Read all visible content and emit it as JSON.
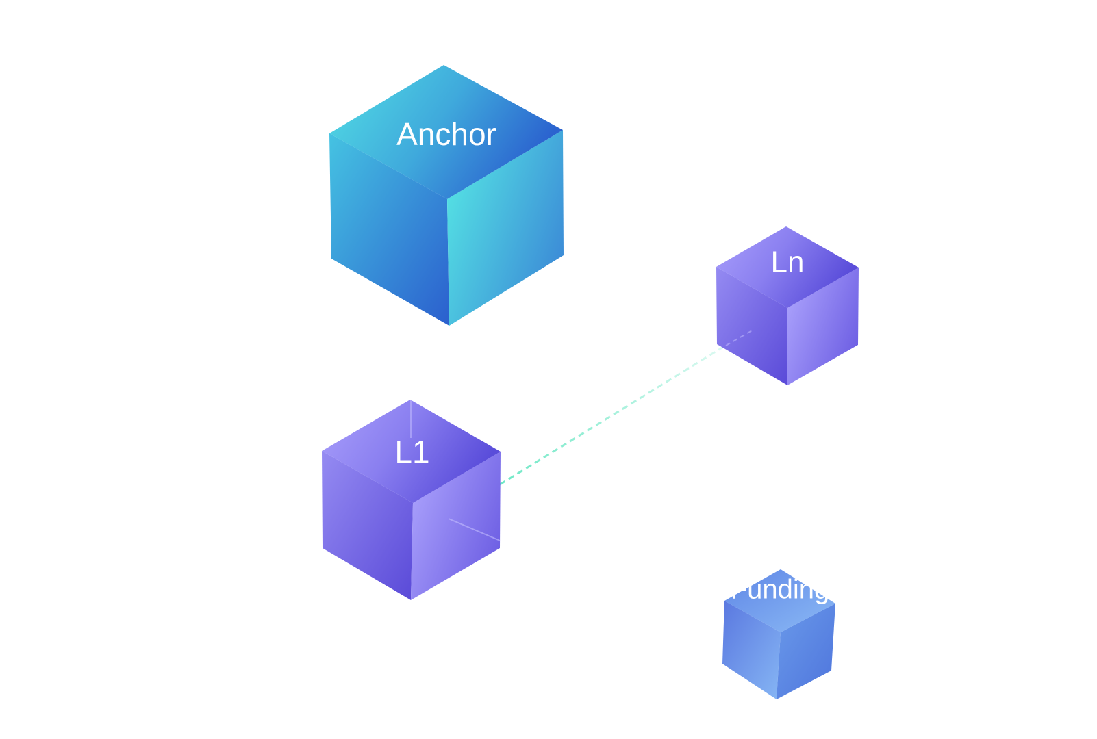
{
  "nodes": {
    "anchor": {
      "label": "Anchor",
      "theme": "teal"
    },
    "l1": {
      "label": "L1",
      "theme": "violet"
    },
    "ln": {
      "label": "Ln",
      "theme": "violet"
    },
    "funding": {
      "label": "Funding",
      "theme": "blue"
    }
  },
  "edges": [
    {
      "from": "anchor",
      "to": "l1",
      "style": "solid"
    },
    {
      "from": "l1",
      "to": "ln",
      "style": "dashed"
    }
  ],
  "colors": {
    "teal_light": "#53e0e4",
    "teal_mid": "#3fa9dc",
    "teal_dark": "#2b63cf",
    "violet_light": "#a89dfb",
    "violet_mid": "#8579ec",
    "violet_dark": "#5b4ed9",
    "blue_light": "#86b4f4",
    "blue_mid": "#6a94e6",
    "blue_dark": "#4d6ddb",
    "connector": "#6fe8c6"
  }
}
